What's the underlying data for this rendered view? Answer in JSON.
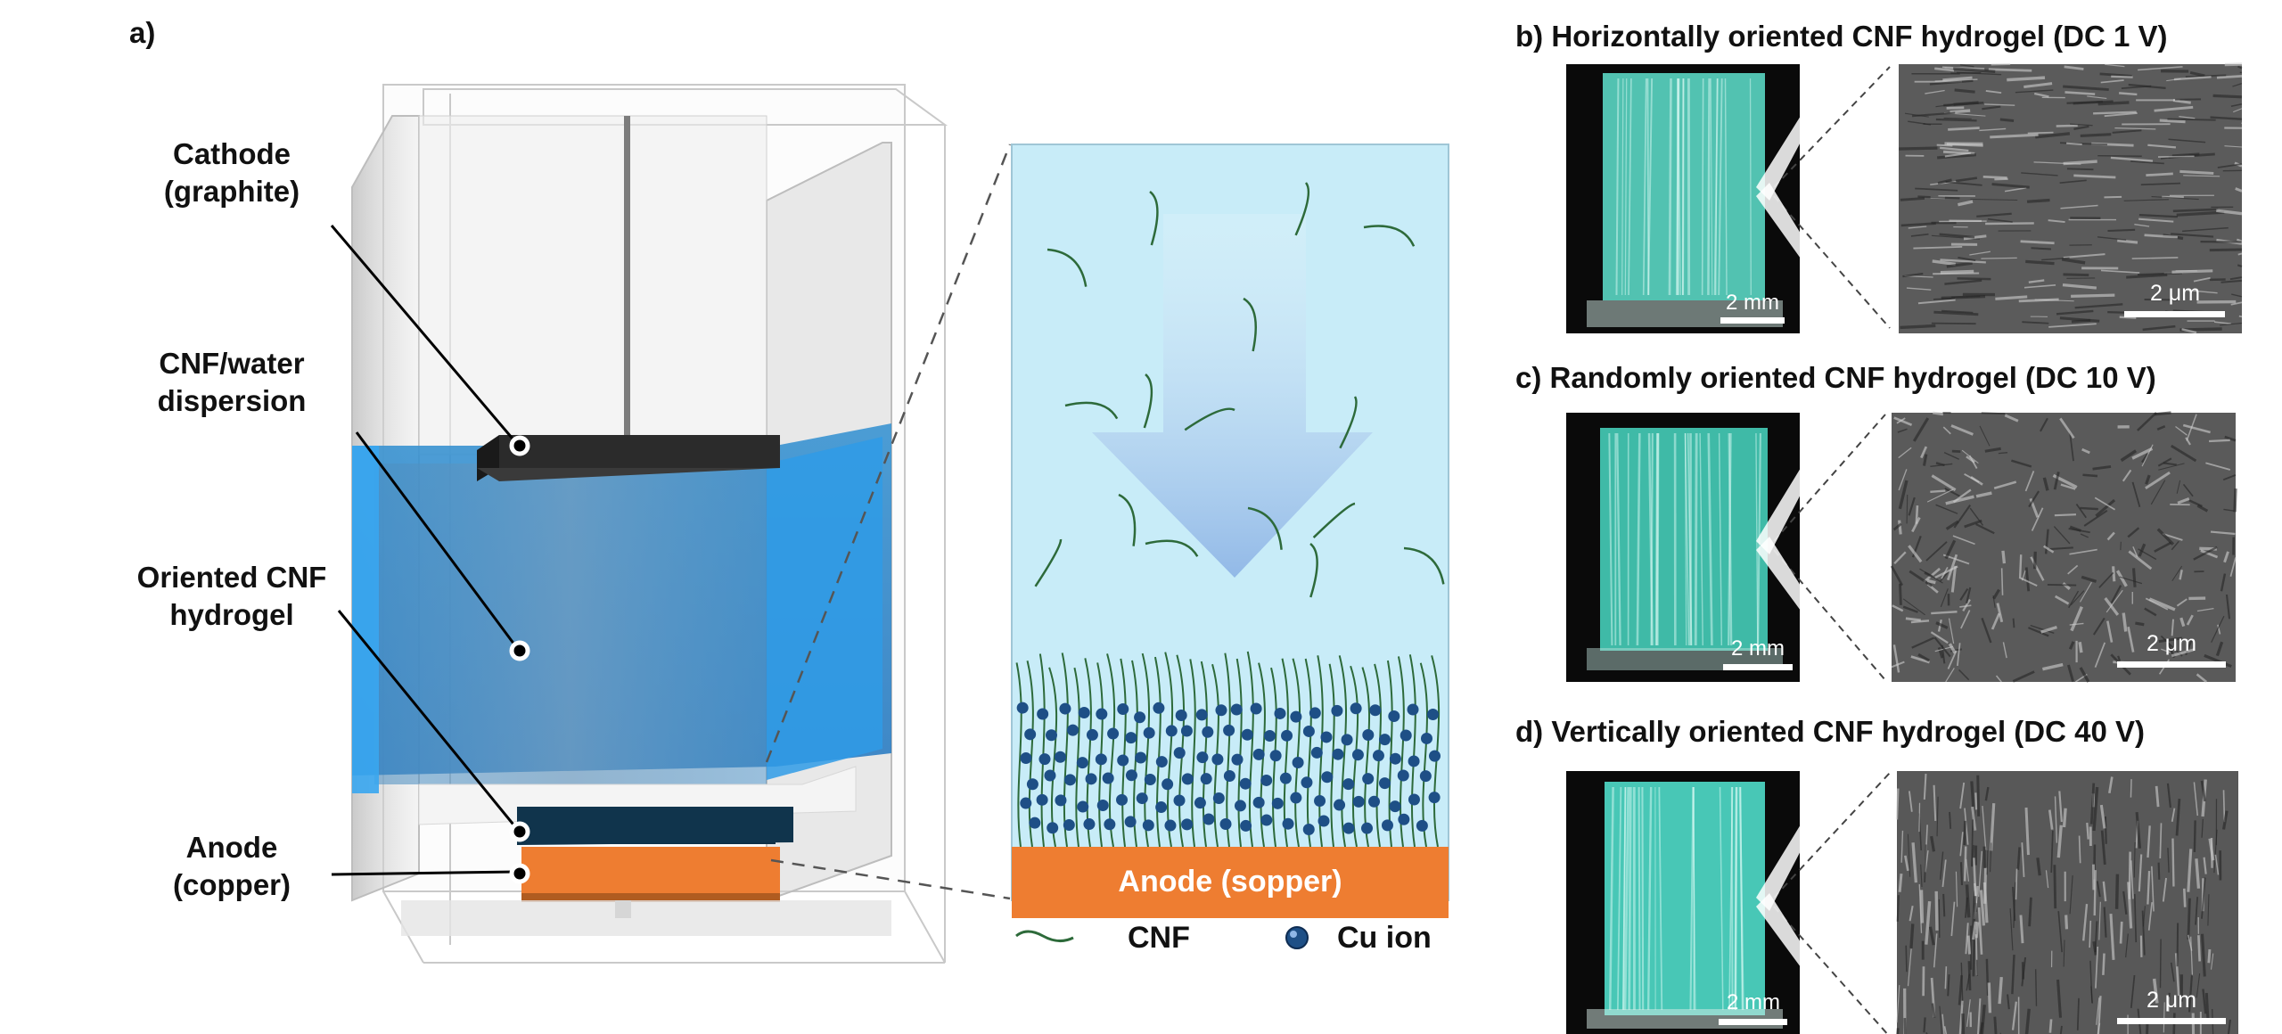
{
  "panel_a": {
    "tag": "a)",
    "labels": {
      "cathode": [
        "Cathode",
        "(graphite)"
      ],
      "dispersion": [
        "CNF/water",
        "dispersion"
      ],
      "hydrogel": [
        "Oriented CNF",
        "hydrogel"
      ],
      "anode": [
        "Anode",
        "(copper)"
      ]
    },
    "zoom": {
      "anode_label": "Anode (sopper)",
      "legend": {
        "cnf": "CNF",
        "cu": "Cu ion"
      }
    }
  },
  "panels": [
    {
      "title": "b) Horizontally oriented CNF hydrogel (DC 1 V)",
      "photo_scale": "2 mm",
      "sem_scale": "2 μm",
      "texture": "horizontal"
    },
    {
      "title": "c) Randomly oriented CNF hydrogel (DC 10 V)",
      "photo_scale": "2 mm",
      "sem_scale": "2 μm",
      "texture": "random"
    },
    {
      "title": "d) Vertically oriented CNF hydrogel (DC 40 V)",
      "photo_scale": "2 mm",
      "sem_scale": "2 μm",
      "texture": "vertical"
    }
  ],
  "colors": {
    "water": "#2e8fd6",
    "anode": "#ee7d31",
    "zoom_bg": "#c8ecf8",
    "cu": "#1e4f86",
    "cnf": "#2d6a3a",
    "gel": "#47d6c6"
  }
}
